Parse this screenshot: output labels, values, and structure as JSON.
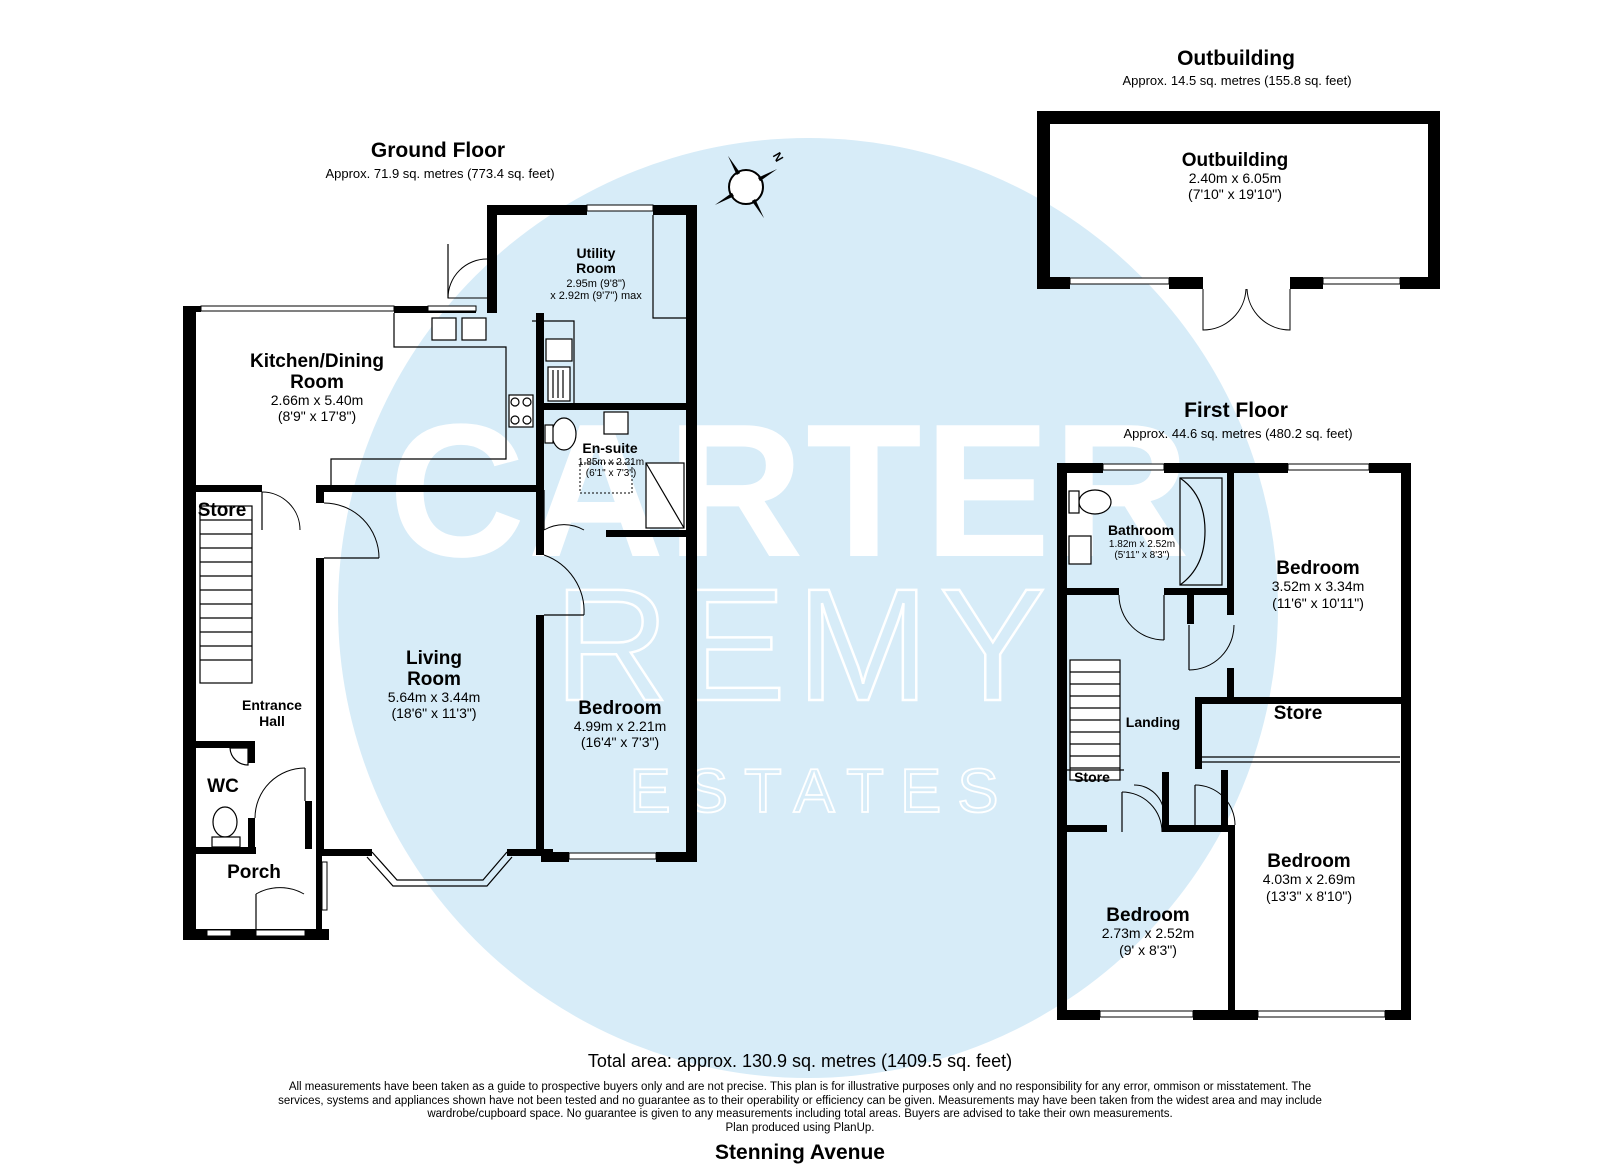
{
  "watermark": {
    "line1": "CARTER",
    "line2": "REMY",
    "line3": "ESTATES",
    "circle_color": "#d7ecf8"
  },
  "compass": {
    "label": "N"
  },
  "ground_floor": {
    "title": "Ground Floor",
    "area": "Approx. 71.9 sq. metres (773.4 sq. feet)",
    "rooms": {
      "kitchen": {
        "name_line1": "Kitchen/Dining",
        "name_line2": "Room",
        "dim1": "2.66m x 5.40m",
        "dim2": "(8'9\" x 17'8\")"
      },
      "utility": {
        "name_line1": "Utility",
        "name_line2": "Room",
        "dim1": "2.95m (9'8\")",
        "dim2": "x 2.92m (9'7\") max"
      },
      "ensuite": {
        "name": "En-suite",
        "dim1": "1.85m x 2.21m",
        "dim2": "(6'1\" x 7'3\")"
      },
      "living": {
        "name_line1": "Living",
        "name_line2": "Room",
        "dim1": "5.64m x 3.44m",
        "dim2": "(18'6\" x 11'3\")"
      },
      "bedroom": {
        "name": "Bedroom",
        "dim1": "4.99m x 2.21m",
        "dim2": "(16'4\" x 7'3\")"
      },
      "store": {
        "name": "Store"
      },
      "hall": {
        "name_line1": "Entrance",
        "name_line2": "Hall"
      },
      "wc": {
        "name": "WC"
      },
      "porch": {
        "name": "Porch"
      }
    }
  },
  "outbuilding": {
    "title": "Outbuilding",
    "area": "Approx. 14.5 sq. metres (155.8 sq. feet)",
    "room": {
      "name": "Outbuilding",
      "dim1": "2.40m x 6.05m",
      "dim2": "(7'10\" x 19'10\")"
    }
  },
  "first_floor": {
    "title": "First Floor",
    "area": "Approx. 44.6 sq. metres (480.2 sq. feet)",
    "rooms": {
      "bathroom": {
        "name": "Bathroom",
        "dim1": "1.82m x 2.52m",
        "dim2": "(5'11\" x 8'3\")"
      },
      "bedroom1": {
        "name": "Bedroom",
        "dim1": "3.52m x 3.34m",
        "dim2": "(11'6\" x 10'11\")"
      },
      "store": {
        "name": "Store"
      },
      "landing": {
        "name": "Landing"
      },
      "small_store": {
        "name": "Store"
      },
      "bedroom2": {
        "name": "Bedroom",
        "dim1": "4.03m x 2.69m",
        "dim2": "(13'3\" x 8'10\")"
      },
      "bedroom3": {
        "name": "Bedroom",
        "dim1": "2.73m x 2.52m",
        "dim2": "(9' x 8'3\")"
      }
    }
  },
  "footer": {
    "total": "Total area: approx. 130.9 sq. metres (1409.5 sq. feet)",
    "disclaimer": "All measurements have been taken as a guide to prospective buyers only and are not precise. This plan is for illustrative purposes only and no responsibility for any error, ommison or misstatement. The services, systems and appliances shown have not been tested and no guarantee as to their operability or efficiency can be given. Measurements may have been taken from the widest area and may include wardrobe/cupboard space. No guarantee is given to any measurements including total areas. Buyers are advised to take their own measurements.",
    "produced": "Plan produced using PlanUp.",
    "street": "Stenning Avenue"
  }
}
